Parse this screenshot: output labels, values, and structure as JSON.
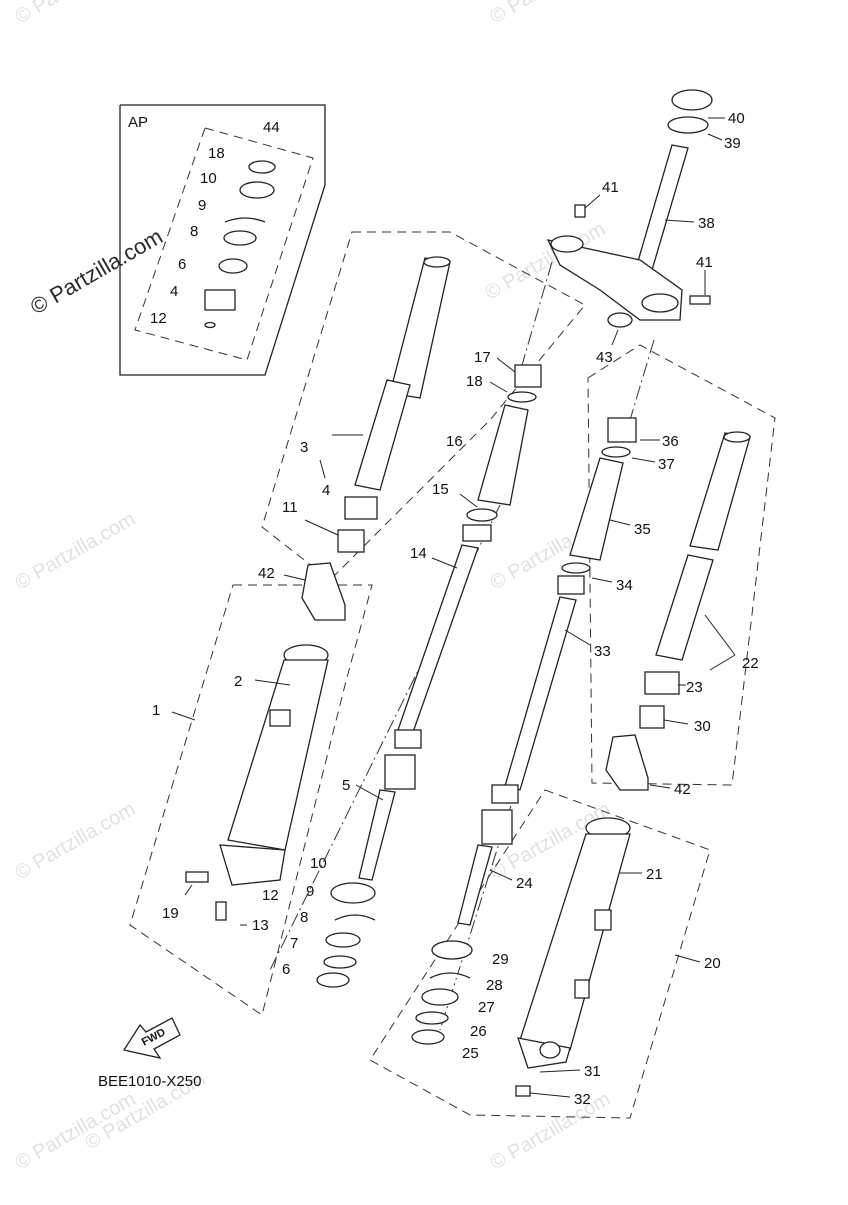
{
  "watermarks": {
    "site": "© Partzilla.com",
    "side_site": "© Partzilla.com"
  },
  "diagram": {
    "assembly_label": "AP",
    "code": "BEE1010-X250",
    "fwd_label": "FWD",
    "callouts": {
      "n1": "1",
      "n2": "2",
      "n3": "3",
      "n4a": "4",
      "n4b": "4",
      "n5": "5",
      "n6a": "6",
      "n6b": "6",
      "n7": "7",
      "n8a": "8",
      "n8b": "8",
      "n9a": "9",
      "n9b": "9",
      "n10a": "10",
      "n10b": "10",
      "n11": "11",
      "n12a": "12",
      "n12b": "12",
      "n13": "13",
      "n14": "14",
      "n15": "15",
      "n16": "16",
      "n17": "17",
      "n18a": "18",
      "n18b": "18",
      "n19": "19",
      "n20": "20",
      "n21": "21",
      "n22": "22",
      "n23": "23",
      "n24": "24",
      "n25": "25",
      "n26": "26",
      "n27": "27",
      "n28": "28",
      "n29": "29",
      "n30": "30",
      "n31": "31",
      "n32": "32",
      "n33": "33",
      "n34": "34",
      "n35": "35",
      "n36": "36",
      "n37": "37",
      "n38": "38",
      "n39": "39",
      "n40": "40",
      "n41a": "41",
      "n41b": "41",
      "n42a": "42",
      "n42b": "42",
      "n43": "43",
      "n44": "44"
    }
  }
}
